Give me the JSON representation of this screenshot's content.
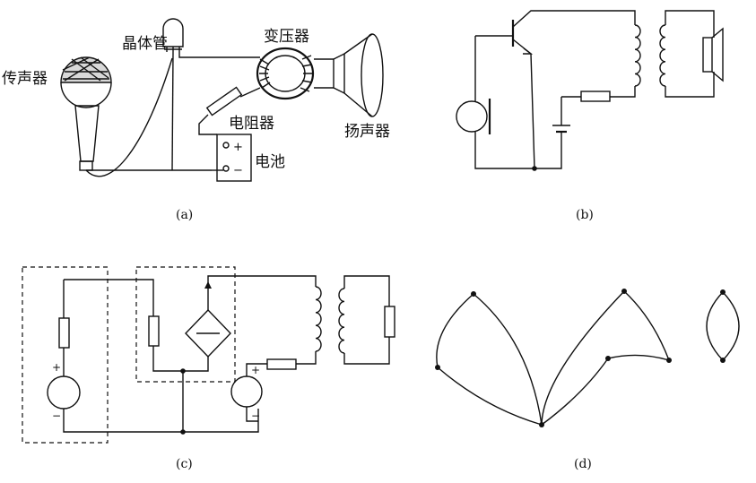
{
  "panel_a": {
    "caption": "(a)",
    "labels": {
      "microphone": "传声器",
      "transistor": "晶体管",
      "transformer": "变压器",
      "resistor": "电阻器",
      "speaker": "扬声器",
      "battery": "电池"
    },
    "battery_plus": "+",
    "battery_minus": "−"
  },
  "panel_b": {
    "caption": "(b)"
  },
  "panel_c": {
    "caption": "(c)",
    "plus_left": "+",
    "minus_left": "−",
    "plus_right": "+",
    "minus_right": "−"
  },
  "panel_d": {
    "caption": "(d)"
  }
}
